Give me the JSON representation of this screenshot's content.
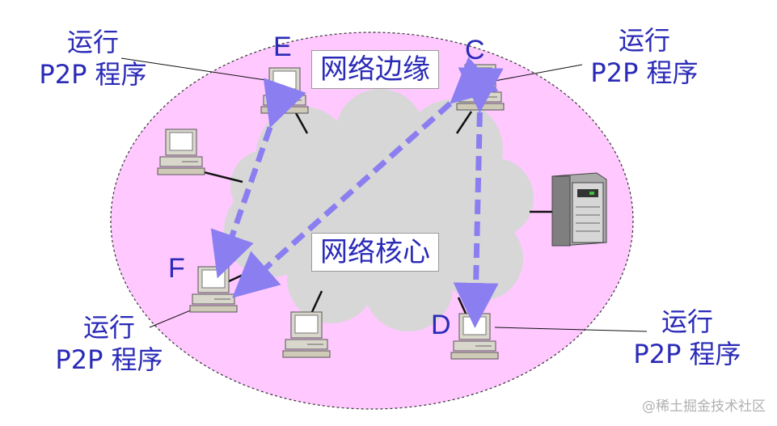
{
  "regions": {
    "edge_label": "网络边缘",
    "core_label": "网络核心"
  },
  "nodes": {
    "E": "E",
    "C": "C",
    "F": "F",
    "D": "D"
  },
  "callouts": {
    "top_left": {
      "line1": "运行",
      "line2": "P2P 程序"
    },
    "top_right": {
      "line1": "运行",
      "line2": "P2P 程序"
    },
    "bottom_left": {
      "line1": "运行",
      "line2": "P2P 程序"
    },
    "bottom_right": {
      "line1": "运行",
      "line2": "P2P 程序"
    }
  },
  "colors": {
    "edge_fill": "#ffc8ff",
    "cloud_fill": "#d7d7d7",
    "arrow": "#8a7ef0",
    "text": "#2a2ab8"
  },
  "watermark": "@稀土掘金技术社区"
}
